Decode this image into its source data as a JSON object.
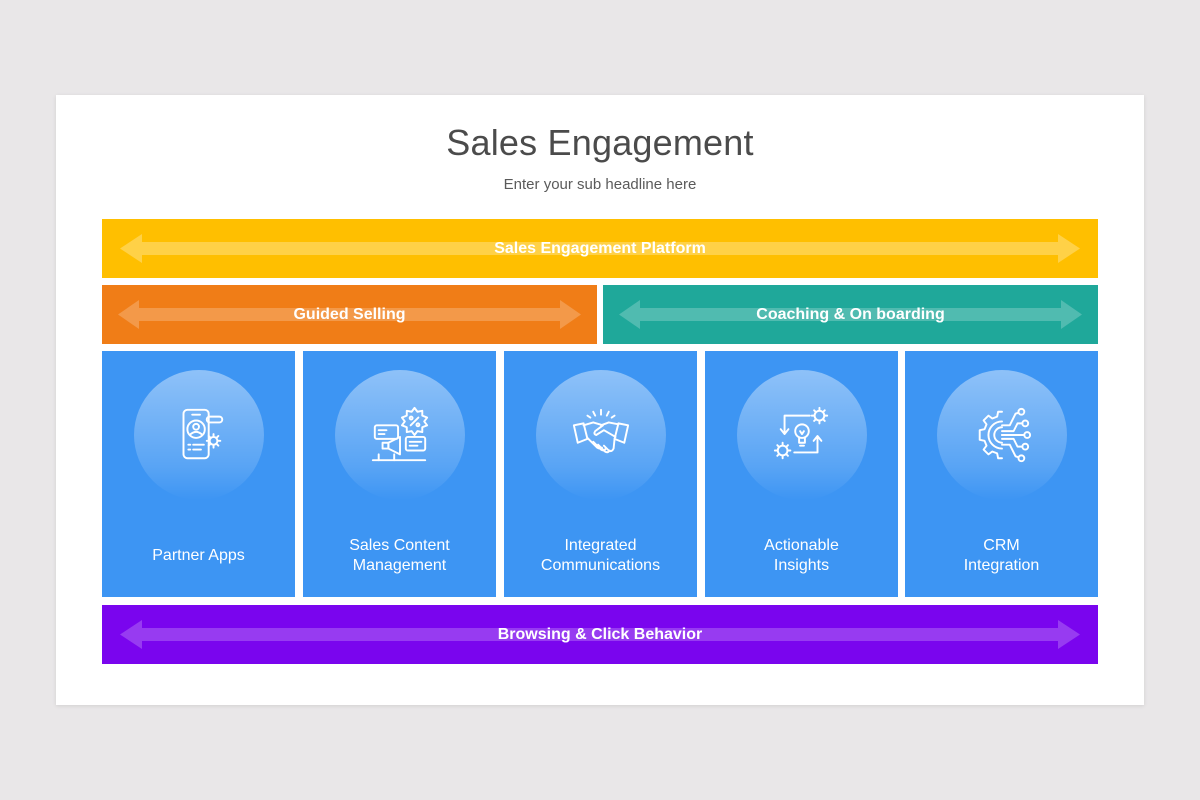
{
  "slide": {
    "title": "Sales Engagement",
    "subtitle": "Enter your sub headline here"
  },
  "bands": {
    "platform": {
      "label": "Sales Engagement Platform",
      "color": "#ffbf00"
    },
    "guided": {
      "label": "Guided Selling",
      "color": "#f07d17"
    },
    "coaching": {
      "label": "Coaching & On boarding",
      "color": "#1fa89a"
    },
    "browsing": {
      "label": "Browsing & Click Behavior",
      "color": "#7a05ee"
    }
  },
  "cards": [
    {
      "icon": "mobile-user-icon",
      "lines": [
        "Partner Apps"
      ]
    },
    {
      "icon": "megaphone-discount-icon",
      "lines": [
        "Sales Content",
        "Management"
      ]
    },
    {
      "icon": "handshake-icon",
      "lines": [
        "Integrated",
        "Communications"
      ]
    },
    {
      "icon": "lightbulb-gears-icon",
      "lines": [
        "Actionable",
        "Insights"
      ]
    },
    {
      "icon": "gear-network-icon",
      "lines": [
        "CRM",
        "Integration"
      ]
    }
  ],
  "colors": {
    "card": "#3d95f3",
    "background": "#e9e7e8",
    "slide": "#ffffff"
  }
}
